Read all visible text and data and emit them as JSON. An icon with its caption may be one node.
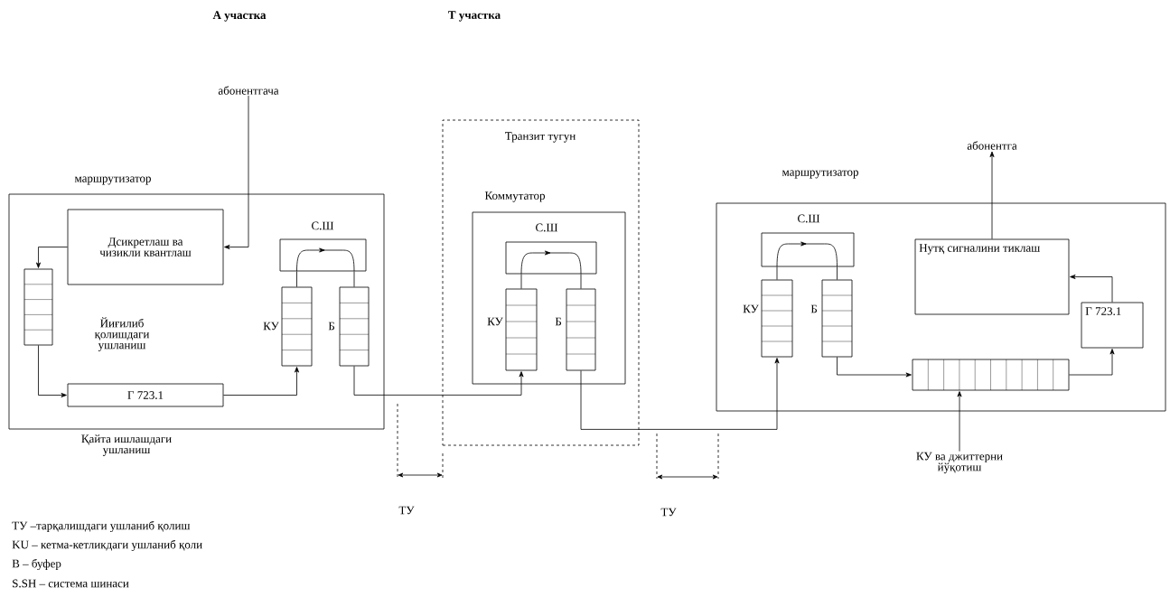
{
  "diagram": {
    "nodes": [
      {
        "text": [
          "маршрутизатор"
        ]
      },
      {
        "text": [
          "Дсикретлаш ва чизикли квантлаш"
        ],
        "in": 0
      },
      {
        "text": [],
        "shape": "bar",
        "in": 0
      },
      {
        "text": [
          "Г 723.1"
        ],
        "in": 0
      },
      {
        "text": [
          "С.Ш"
        ],
        "in": 0
      },
      {
        "text": [],
        "shape": "bar",
        "in": 0,
        "beside": [
          "КУ"
        ]
      },
      {
        "text": [],
        "shape": "bar",
        "in": 0,
        "beside": [
          "Б"
        ]
      },
      {
        "text": [
          "Транзит тугун"
        ]
      },
      {
        "text": [
          "Коммутатор"
        ],
        "in": 7
      },
      {
        "text": [
          "С.Ш"
        ],
        "in": 8
      },
      {
        "text": [],
        "shape": "bar",
        "in": 8,
        "beside": [
          "КУ"
        ]
      },
      {
        "text": [],
        "shape": "bar",
        "in": 8,
        "beside": [
          "Б"
        ]
      },
      {
        "text": [
          "маршрутизатор"
        ]
      },
      {
        "text": [
          "С.Ш"
        ],
        "in": 12
      },
      {
        "text": [],
        "shape": "bar",
        "in": 12,
        "beside": [
          "КУ"
        ]
      },
      {
        "text": [],
        "shape": "bar",
        "in": 12,
        "beside": [
          "Б"
        ]
      },
      {
        "text": [
          "Нутқ сигналини тиклаш"
        ],
        "in": 12
      },
      {
        "text": [
          "Г 723.1"
        ],
        "in": 12
      },
      {
        "text": [],
        "shape": "bar",
        "in": 12
      },
      {
        "text": [
          "КУ ва джиттерни йўқотиш"
        ]
      },
      {
        "text": [
          "абонентгача"
        ]
      },
      {
        "text": [
          "абонентга"
        ]
      }
    ],
    "edges": [
      {
        "from": 20,
        "to": 1,
        "arrow": "to"
      },
      {
        "from": 1,
        "to": 2,
        "arrow": "to"
      },
      {
        "from": 2,
        "to": 3,
        "arrow": "to"
      },
      {
        "from": 3,
        "to": 5,
        "arrow": "to"
      },
      {
        "from": 5,
        "to": 4,
        "arrow": "none"
      },
      {
        "from": 4,
        "to": 6,
        "arrow": "none"
      },
      {
        "from": 6,
        "to": 10,
        "arrow": "to"
      },
      {
        "from": 10,
        "to": 9,
        "arrow": "none"
      },
      {
        "from": 9,
        "to": 11,
        "arrow": "none"
      },
      {
        "from": 11,
        "to": 14,
        "arrow": "to"
      },
      {
        "from": 14,
        "to": 13,
        "arrow": "none"
      },
      {
        "from": 13,
        "to": 15,
        "arrow": "none"
      },
      {
        "from": 15,
        "to": 18,
        "arrow": "to"
      },
      {
        "from": 18,
        "to": 17,
        "arrow": "to"
      },
      {
        "from": 17,
        "to": 16,
        "arrow": "to"
      },
      {
        "from": 16,
        "to": 21,
        "arrow": "to"
      },
      {
        "from": 19,
        "to": 18,
        "arrow": "to"
      }
    ],
    "labels": [
      "А участка",
      "Т участка",
      "Йиғилиб қолишдаги ушланиш",
      "Қайта ишлашдаги ушланиш",
      "ТУ",
      "ТУ",
      "ТУ –тарқалишдаги ушланиб қолиш",
      "KU – кетма-кетликдаги ушланиб қоли",
      "B – буфер",
      "S.SH – система шинаси"
    ]
  }
}
